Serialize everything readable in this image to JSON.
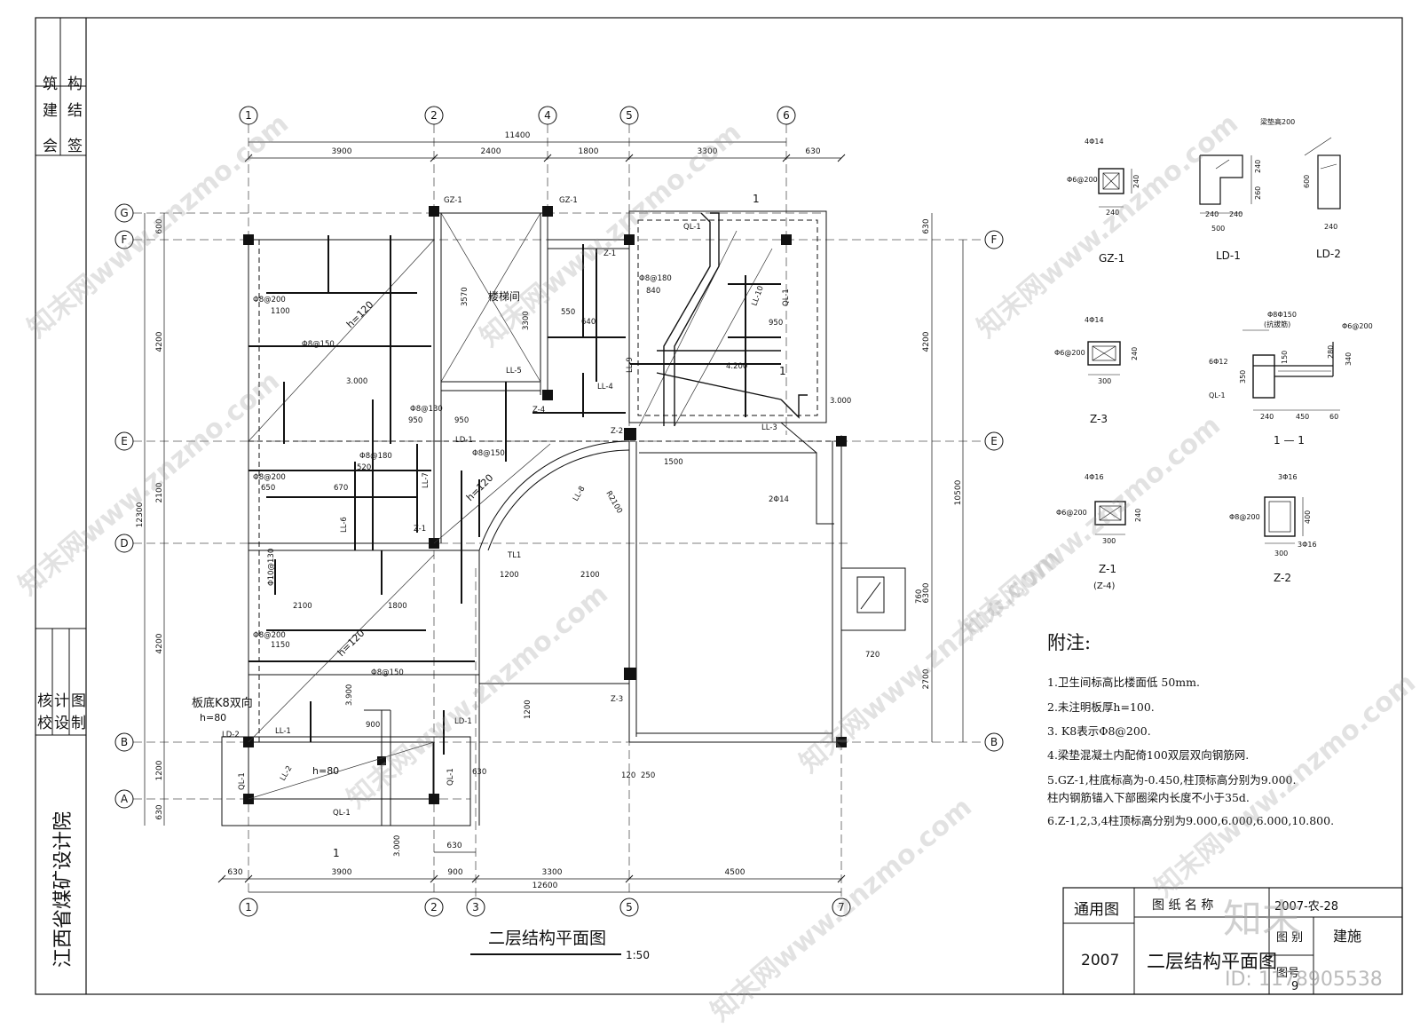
{
  "sheet": {
    "drawing_title": "二层结构平面图",
    "scale": "1:50",
    "institute": "江西省煤矿设计院",
    "countersign_labels": [
      "会",
      "签",
      "建",
      "筑",
      "结",
      "构"
    ],
    "check_labels": [
      "校",
      "核",
      "设",
      "计",
      "制",
      "图"
    ]
  },
  "title_block": {
    "general_label": "通用图",
    "year": "2007",
    "name_header": "图 纸 名 称",
    "name": "二层结构平面图",
    "number": "2007-农-28",
    "category_label": "图 别",
    "category": "建施",
    "sheet_no_label": "图号",
    "sheet_no": "9",
    "watermark_id": "ID: 1178905538",
    "logo_text": "知末"
  },
  "grid_axes": {
    "top": [
      "1",
      "2",
      "4",
      "5",
      "6"
    ],
    "bottom": [
      "1",
      "2",
      "3",
      "5",
      "7"
    ],
    "left": [
      "G",
      "F",
      "E",
      "D",
      "B",
      "A"
    ],
    "right": [
      "F",
      "E",
      "B"
    ]
  },
  "dimensions": {
    "top_total": "11400",
    "top_spans": [
      "3900",
      "2400",
      "1800",
      "3300",
      "630"
    ],
    "bottom_spans": [
      "630",
      "3900",
      "900",
      "3300",
      "4500"
    ],
    "bottom_total": "12600",
    "bottom_extra": "630",
    "left_total": "12300",
    "left_spans": [
      "600",
      "4200",
      "2100",
      "4200",
      "1200",
      "630"
    ],
    "right_spans": [
      "630",
      "4200",
      "10500",
      "6300",
      "2700"
    ]
  },
  "plan_labels": {
    "gz1_a": "GZ-1",
    "gz1_b": "GZ-1",
    "stair": "楼梯间",
    "stair_dim": "3570",
    "stair_dim2": "3300",
    "ql1_top": "QL-1",
    "ql1_right": "QL-1",
    "ql1_bottom": "QL-1",
    "ql1_left": "QL-1",
    "ql1_left2": "QL-1",
    "ll1": "LL-1",
    "ll2": "LL-2",
    "ll3": "LL-3",
    "ll4": "LL-4",
    "ll5": "LL-5",
    "ll6": "LL-6",
    "ll7": "LL-7",
    "ll8": "LL-8",
    "ll9": "LL-9",
    "ll10": "LL-10",
    "ld1": "LD-1",
    "ld1b": "LD-1",
    "ld2": "LD-2",
    "z1": "Z-1",
    "z1b": "Z-1",
    "z2": "Z-2",
    "z3": "Z-3",
    "z4": "Z-4",
    "tl1": "TL1",
    "h120a": "h=120",
    "h120b": "h=120",
    "h120c": "h=120",
    "h80": "h=80",
    "h80b": "h=80",
    "slab_note": "板底K8双向",
    "elev3000a": "3.000",
    "elev3000b": "3.000",
    "elev3900": "3.900",
    "elev4200": "4.200",
    "r2100": "R2100",
    "bar2phi14": "2Φ14",
    "sec1": "1",
    "sec1b": "1",
    "sec1c": "1",
    "dim1500": "1500",
    "dim1200": "1200",
    "dim2100": "2100",
    "dim2100b": "2100",
    "dim1800": "1800",
    "dim1150": "1150",
    "dim1100": "1100",
    "dim950": "950",
    "dim950b": "950",
    "dim950c": "950",
    "dim840": "840",
    "dim640": "640",
    "dim550": "550",
    "dim650": "650",
    "dim670": "670",
    "dim520": "520",
    "dim760": "760",
    "dim720": "720",
    "dim900": "900",
    "dim1200b": "1200",
    "dim120": "120",
    "dim250": "250",
    "dim630b": "630",
    "dim3000": "3.000",
    "phi8_150": "Φ8@150",
    "phi8_200": "Φ8@200",
    "phi8_180": "Φ8@180",
    "phi8_130": "Φ8@130",
    "phi10_130": "Φ10@130",
    "phi8_200b": "Φ8@200",
    "phi8_150b": "Φ8@150",
    "phi8_150c": "Φ8@150",
    "phi8_180b": "Φ8@180",
    "phi8_200c": "Φ8@200"
  },
  "details": {
    "gz1": {
      "title": "GZ-1",
      "bars": "4Φ14",
      "stirrup": "Φ6@200",
      "w": "240",
      "h": "240"
    },
    "ld1": {
      "title": "LD-1",
      "top": "梁垫高200",
      "d1": "240",
      "d2": "500",
      "d3": "240",
      "d4": "240",
      "d5": "260"
    },
    "ld2": {
      "title": "LD-2",
      "d1": "600",
      "d2": "240"
    },
    "z3": {
      "title": "Z-3",
      "bars": "4Φ14",
      "stirrup": "Φ6@200",
      "w": "300",
      "h": "240"
    },
    "sec11": {
      "title": "1 — 1",
      "note": "Φ8Φ150",
      "note2": "(抗拔筋)",
      "stirrup": "Φ6@200",
      "bars": "6Φ12",
      "beam": "QL-1",
      "d1": "240",
      "d2": "450",
      "d3": "60",
      "d4": "350",
      "d5": "150",
      "d6": "340",
      "d7": "280"
    },
    "z1": {
      "title": "Z-1",
      "sub": "(Z-4)",
      "bars": "4Φ16",
      "stirrup": "Φ6@200",
      "w": "300",
      "h": "240"
    },
    "z2": {
      "title": "Z-2",
      "bars_top": "3Φ16",
      "bars_bot": "3Φ16",
      "stirrup": "Φ8@200",
      "w": "300",
      "h": "400"
    }
  },
  "notes": {
    "title": "附注:",
    "items": [
      "1.卫生间标高比楼面低 50mm.",
      "2.未注明板厚h=100.",
      "3. K8表示Φ8@200.",
      "4.梁垫混凝土内配倚100双层双向钢筋网.",
      "5.GZ-1,柱底标高为-0.450,柱顶标高分别为9.000.",
      "  柱内钢筋锚入下部圈梁内长度不小于35d.",
      "6.Z-1,2,3,4柱顶标高分别为9.000,6.000,6.000,10.800."
    ]
  },
  "watermark": {
    "text": "知末网www.znzmo.com"
  }
}
